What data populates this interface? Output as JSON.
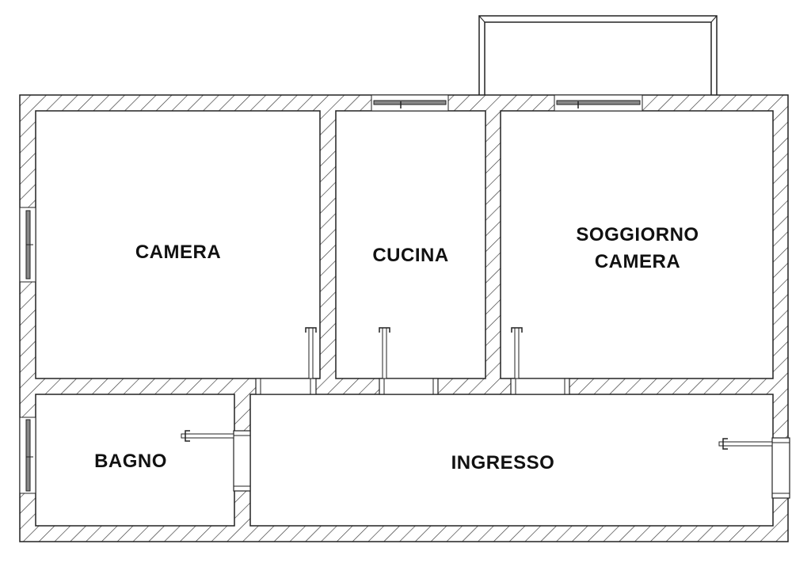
{
  "plan": {
    "colors": {
      "wall_outline": "#222222",
      "hatch": "#333333",
      "background": "#ffffff",
      "label": "#111111"
    },
    "rooms": [
      {
        "id": "camera",
        "label": "CAMERA"
      },
      {
        "id": "cucina",
        "label": "CUCINA"
      },
      {
        "id": "soggiorno",
        "label": "SOGGIORNO\nCAMERA"
      },
      {
        "id": "bagno",
        "label": "BAGNO"
      },
      {
        "id": "ingresso",
        "label": "INGRESSO"
      }
    ],
    "features": {
      "balcony": "balcony",
      "windows": [
        "window-camera-west",
        "window-bagno-west",
        "window-cucina-north",
        "window-soggiorno-north"
      ],
      "doors": [
        "door-camera",
        "door-cucina",
        "door-soggiorno",
        "door-bagno",
        "door-entrance"
      ]
    }
  }
}
